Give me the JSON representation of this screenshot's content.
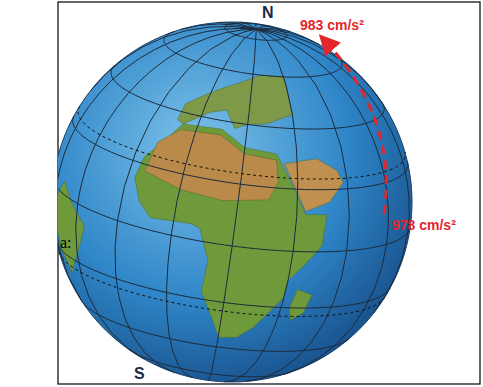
{
  "diagram": {
    "labels": [
      "N",
      "983 cm/s²",
      "978 cm/s²",
      "S",
      "a:"
    ]
  }
}
